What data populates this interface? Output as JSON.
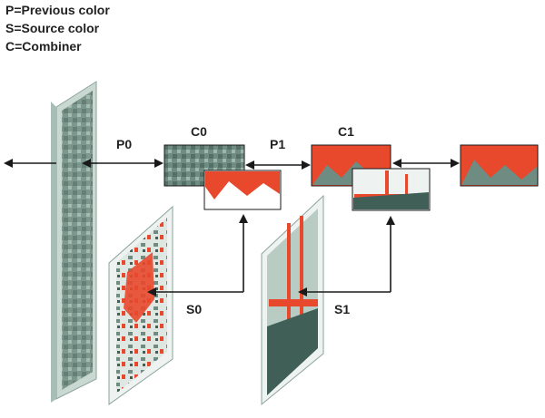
{
  "legend": {
    "lines": [
      "P=Previous color",
      "S=Source color",
      "C=Combiner"
    ]
  },
  "labels": {
    "p0": "P0",
    "p1": "P1",
    "c0": "C0",
    "c1": "C1",
    "s0": "S0",
    "s1": "S1"
  },
  "colors": {
    "accent_red": "#e8482c",
    "teal_gray": "#6e8c82",
    "dark_teal": "#3f5f57",
    "pale_teal": "#c9d8d1",
    "arrow": "#1a1a1a"
  }
}
